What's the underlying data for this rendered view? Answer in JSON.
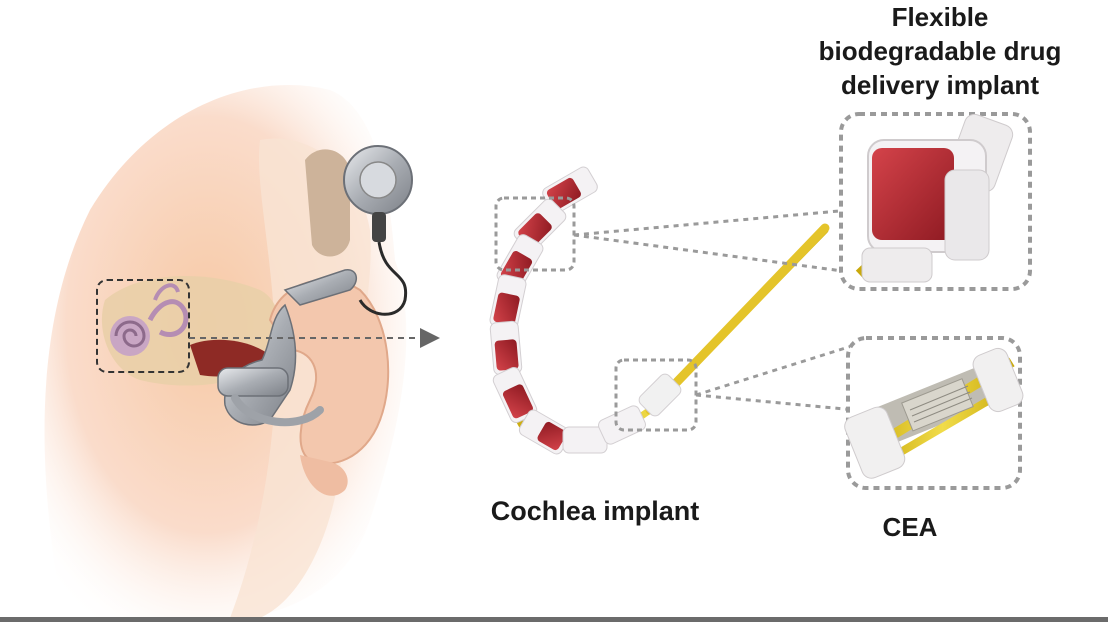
{
  "labels": {
    "drug_delivery": [
      "Flexible",
      "biodegradable drug",
      "delivery implant"
    ],
    "cochlea_implant": "Cochlea implant",
    "cea": "CEA"
  },
  "colors": {
    "skin": "#f7d9c0",
    "ear": "#f0bfa2",
    "device_silver": "#b9bdc3",
    "electrode_red": "#b3262f",
    "electrode_white": "#f2f0f2",
    "lead_gold": "#e2c21a",
    "callout_dash": "#9a9a9a"
  }
}
